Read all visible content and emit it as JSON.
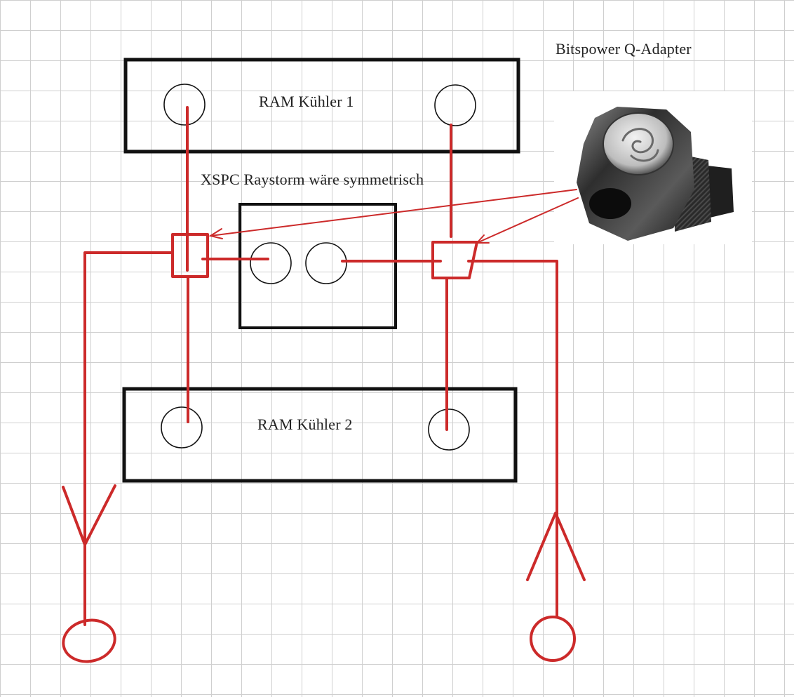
{
  "labels": {
    "ram_cooler_1": "RAM Kühler 1",
    "ram_cooler_2": "RAM Kühler 2",
    "cpu_block_note": "XSPC Raystorm wäre symmetrisch",
    "adapter_name": "Bitspower Q-Adapter"
  },
  "colors": {
    "tube": "#cc2a2a",
    "outline": "#111111",
    "grid": "#cfcfcf",
    "photo_fitting_metal": "#3a3a3a"
  },
  "icons": {
    "flow_out": "arrow-down-icon",
    "flow_in": "arrow-up-icon",
    "port_ring": "port-circle-icon",
    "adapter": "q-adapter-photo"
  }
}
